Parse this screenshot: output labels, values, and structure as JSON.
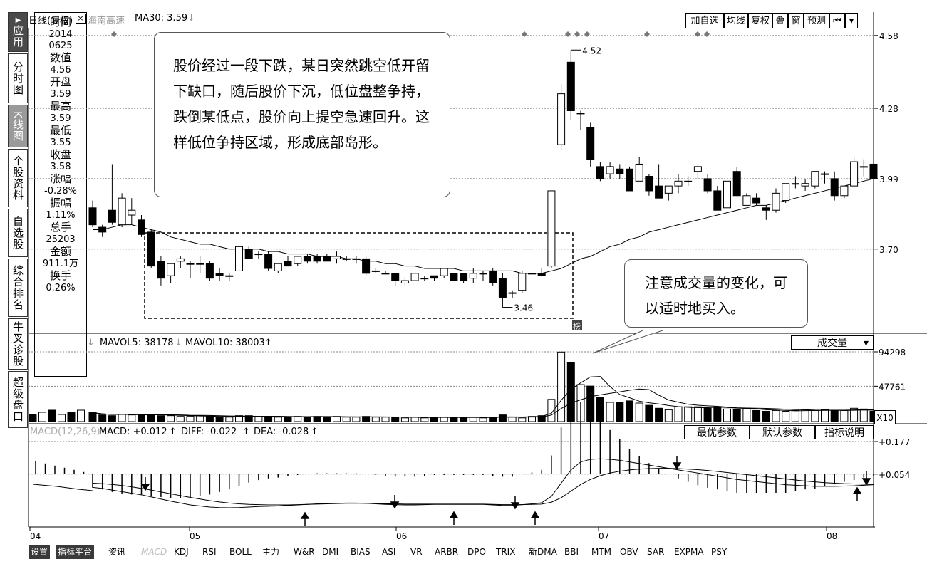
{
  "nav": [
    {
      "label": "应用"
    },
    {
      "label": "分时图"
    },
    {
      "label": "K线图"
    },
    {
      "label": "个股资料"
    },
    {
      "label": "自选股"
    },
    {
      "label": "综合排名"
    },
    {
      "label": "牛叉诊股"
    },
    {
      "label": "超级盘口"
    }
  ],
  "nav_glyph": "▶",
  "info": {
    "close": "×",
    "rows": [
      {
        "label": "时间",
        "value": "2014"
      },
      {
        "label": "",
        "value": "0625"
      },
      {
        "label": "数值",
        "value": "4.56"
      },
      {
        "label": "开盘",
        "value": "3.59"
      },
      {
        "label": "最高",
        "value": "3.59"
      },
      {
        "label": "最低",
        "value": "3.55"
      },
      {
        "label": "收盘",
        "value": "3.58"
      },
      {
        "label": "涨幅",
        "value": "-0.28%"
      },
      {
        "label": "振幅",
        "value": "1.11%"
      },
      {
        "label": "总手",
        "value": "25203"
      },
      {
        "label": "金额",
        "value": "911.1万"
      },
      {
        "label": "换手",
        "value": "0.26%"
      }
    ]
  },
  "header": {
    "period": "日线(复权)",
    "stock": "海南高速",
    "ma": "MA30: 3.59",
    "ma_arrow": "↓"
  },
  "toolbar": [
    "加自选",
    "均线",
    "复权",
    "叠",
    "窗",
    "预测",
    "⏮",
    "▾"
  ],
  "price_axis": [
    "4.58",
    "4.28",
    "3.99",
    "3.70"
  ],
  "annotations": {
    "main": "股价经过一段下跌，某日突然跳空低开留下缺口，随后股价下沉，低位盘整争持，跌倒某低点，股价向上提空急速回升。这样低位争持区域，形成底部岛形。",
    "volume": "注意成交量的变化，可以适时地买入。"
  },
  "marks": {
    "high": "4.52",
    "low": "3.46",
    "badge": "榜"
  },
  "volume": {
    "mavol5": "MAVOL5: 38178",
    "mavol5_arrow": "↓",
    "mavol10": "MAVOL10: 38003",
    "mavol10_arrow": "↑",
    "selector": "成交量",
    "selector_arrow": "▾",
    "axis": [
      "94298",
      "47761"
    ],
    "unit": "X10"
  },
  "macd": {
    "params": "MACD(12,26,9)",
    "macd": "MACD: +0.012",
    "macd_arrow": "↑",
    "diff": "DIFF: -0.022",
    "diff_arrow": "↑",
    "dea": "DEA: -0.028",
    "dea_arrow": "↑",
    "buttons": [
      "最优参数",
      "默认参数",
      "指标说明"
    ],
    "axis": [
      "+0.177",
      "+0.054"
    ]
  },
  "time_axis": [
    "04",
    "05",
    "06",
    "07",
    "08"
  ],
  "tabs": [
    "设置",
    "指标平台",
    "资讯",
    "MACD",
    "KDJ",
    "RSI",
    "BOLL",
    "主力",
    "W&R",
    "DMI",
    "BIAS",
    "ASI",
    "VR",
    "ARBR",
    "DPO",
    "TRIX",
    "新DMA",
    "BBI",
    "MTM",
    "OBV",
    "SAR",
    "EXPMA",
    "PSY"
  ],
  "colors": {
    "up": "#000000",
    "down": "#000000",
    "accent": "#555555",
    "background": "#ffffff"
  },
  "chart_data": {
    "type": "candlestick",
    "ylim": [
      3.4,
      4.6
    ],
    "candles": [
      {
        "o": 3.87,
        "h": 3.9,
        "l": 3.79,
        "c": 3.8
      },
      {
        "o": 3.79,
        "h": 3.8,
        "l": 3.75,
        "c": 3.77
      },
      {
        "o": 3.86,
        "h": 4.05,
        "l": 3.8,
        "c": 3.81
      },
      {
        "o": 3.8,
        "h": 3.93,
        "l": 3.79,
        "c": 3.91
      },
      {
        "o": 3.84,
        "h": 3.91,
        "l": 3.8,
        "c": 3.86
      },
      {
        "o": 3.82,
        "h": 3.84,
        "l": 3.75,
        "c": 3.76
      },
      {
        "o": 3.77,
        "h": 3.78,
        "l": 3.62,
        "c": 3.63
      },
      {
        "o": 3.65,
        "h": 3.67,
        "l": 3.55,
        "c": 3.58
      },
      {
        "o": 3.59,
        "h": 3.64,
        "l": 3.56,
        "c": 3.64
      },
      {
        "o": 3.65,
        "h": 3.67,
        "l": 3.62,
        "c": 3.66
      },
      {
        "o": 3.64,
        "h": 3.65,
        "l": 3.58,
        "c": 3.64
      },
      {
        "o": 3.64,
        "h": 3.67,
        "l": 3.6,
        "c": 3.64
      },
      {
        "o": 3.64,
        "h": 3.65,
        "l": 3.57,
        "c": 3.58
      },
      {
        "o": 3.6,
        "h": 3.62,
        "l": 3.57,
        "c": 3.59
      },
      {
        "o": 3.59,
        "h": 3.6,
        "l": 3.57,
        "c": 3.59
      },
      {
        "o": 3.61,
        "h": 3.71,
        "l": 3.6,
        "c": 3.71
      },
      {
        "o": 3.7,
        "h": 3.71,
        "l": 3.66,
        "c": 3.66
      },
      {
        "o": 3.68,
        "h": 3.69,
        "l": 3.66,
        "c": 3.68
      },
      {
        "o": 3.68,
        "h": 3.69,
        "l": 3.61,
        "c": 3.62
      },
      {
        "o": 3.61,
        "h": 3.64,
        "l": 3.6,
        "c": 3.64
      },
      {
        "o": 3.65,
        "h": 3.67,
        "l": 3.63,
        "c": 3.63
      },
      {
        "o": 3.64,
        "h": 3.67,
        "l": 3.63,
        "c": 3.67
      },
      {
        "o": 3.67,
        "h": 3.68,
        "l": 3.64,
        "c": 3.65
      },
      {
        "o": 3.67,
        "h": 3.68,
        "l": 3.64,
        "c": 3.65
      },
      {
        "o": 3.67,
        "h": 3.68,
        "l": 3.65,
        "c": 3.65
      },
      {
        "o": 3.66,
        "h": 3.69,
        "l": 3.64,
        "c": 3.67
      },
      {
        "o": 3.66,
        "h": 3.67,
        "l": 3.65,
        "c": 3.66
      },
      {
        "o": 3.66,
        "h": 3.67,
        "l": 3.64,
        "c": 3.66
      },
      {
        "o": 3.66,
        "h": 3.67,
        "l": 3.59,
        "c": 3.6
      },
      {
        "o": 3.61,
        "h": 3.62,
        "l": 3.6,
        "c": 3.61
      },
      {
        "o": 3.6,
        "h": 3.61,
        "l": 3.6,
        "c": 3.6
      },
      {
        "o": 3.6,
        "h": 3.6,
        "l": 3.55,
        "c": 3.57
      },
      {
        "o": 3.56,
        "h": 3.58,
        "l": 3.55,
        "c": 3.57
      },
      {
        "o": 3.57,
        "h": 3.6,
        "l": 3.57,
        "c": 3.6
      },
      {
        "o": 3.58,
        "h": 3.59,
        "l": 3.57,
        "c": 3.58
      },
      {
        "o": 3.59,
        "h": 3.59,
        "l": 3.57,
        "c": 3.58
      },
      {
        "o": 3.59,
        "h": 3.62,
        "l": 3.58,
        "c": 3.62
      },
      {
        "o": 3.6,
        "h": 3.6,
        "l": 3.57,
        "c": 3.57
      },
      {
        "o": 3.6,
        "h": 3.6,
        "l": 3.56,
        "c": 3.57
      },
      {
        "o": 3.58,
        "h": 3.62,
        "l": 3.56,
        "c": 3.6
      },
      {
        "o": 3.6,
        "h": 3.61,
        "l": 3.57,
        "c": 3.6
      },
      {
        "o": 3.61,
        "h": 3.62,
        "l": 3.55,
        "c": 3.56
      },
      {
        "o": 3.58,
        "h": 3.6,
        "l": 3.46,
        "c": 3.5
      },
      {
        "o": 3.52,
        "h": 3.53,
        "l": 3.5,
        "c": 3.52
      },
      {
        "o": 3.53,
        "h": 3.61,
        "l": 3.52,
        "c": 3.6
      },
      {
        "o": 3.6,
        "h": 3.61,
        "l": 3.58,
        "c": 3.6
      },
      {
        "o": 3.6,
        "h": 3.62,
        "l": 3.59,
        "c": 3.59
      },
      {
        "o": 3.63,
        "h": 3.94,
        "l": 3.62,
        "c": 3.94
      },
      {
        "o": 4.13,
        "h": 4.38,
        "l": 4.11,
        "c": 4.34
      },
      {
        "o": 4.47,
        "h": 4.52,
        "l": 4.23,
        "c": 4.27
      },
      {
        "o": 4.26,
        "h": 4.27,
        "l": 4.19,
        "c": 4.26
      },
      {
        "o": 4.2,
        "h": 4.22,
        "l": 4.04,
        "c": 4.07
      },
      {
        "o": 4.04,
        "h": 4.06,
        "l": 3.98,
        "c": 3.99
      },
      {
        "o": 4.01,
        "h": 4.06,
        "l": 3.99,
        "c": 4.04
      },
      {
        "o": 4.03,
        "h": 4.05,
        "l": 3.99,
        "c": 4.01
      },
      {
        "o": 4.03,
        "h": 4.04,
        "l": 3.97,
        "c": 3.94
      },
      {
        "o": 3.98,
        "h": 4.08,
        "l": 3.98,
        "c": 4.05
      },
      {
        "o": 4.0,
        "h": 4.01,
        "l": 3.92,
        "c": 3.94
      },
      {
        "o": 3.96,
        "h": 4.05,
        "l": 3.92,
        "c": 3.91
      },
      {
        "o": 3.93,
        "h": 3.96,
        "l": 3.9,
        "c": 3.96
      },
      {
        "o": 3.96,
        "h": 4.01,
        "l": 3.93,
        "c": 3.98
      },
      {
        "o": 3.98,
        "h": 4.0,
        "l": 3.96,
        "c": 3.98
      },
      {
        "o": 4.02,
        "h": 4.05,
        "l": 3.99,
        "c": 4.04
      },
      {
        "o": 3.99,
        "h": 4.01,
        "l": 3.93,
        "c": 3.94
      },
      {
        "o": 3.94,
        "h": 3.96,
        "l": 3.86,
        "c": 3.86
      },
      {
        "o": 3.87,
        "h": 3.99,
        "l": 3.87,
        "c": 3.98
      },
      {
        "o": 4.02,
        "h": 4.04,
        "l": 3.92,
        "c": 3.92
      },
      {
        "o": 3.88,
        "h": 3.93,
        "l": 3.88,
        "c": 3.92
      },
      {
        "o": 3.91,
        "h": 3.93,
        "l": 3.88,
        "c": 3.89
      },
      {
        "o": 3.87,
        "h": 3.88,
        "l": 3.82,
        "c": 3.86
      },
      {
        "o": 3.86,
        "h": 3.95,
        "l": 3.85,
        "c": 3.93
      },
      {
        "o": 3.9,
        "h": 3.97,
        "l": 3.89,
        "c": 3.97
      },
      {
        "o": 3.97,
        "h": 4.0,
        "l": 3.95,
        "c": 3.97
      },
      {
        "o": 3.96,
        "h": 3.99,
        "l": 3.94,
        "c": 3.97
      },
      {
        "o": 3.96,
        "h": 4.02,
        "l": 3.95,
        "c": 4.02
      },
      {
        "o": 4.01,
        "h": 4.02,
        "l": 3.97,
        "c": 4.01
      },
      {
        "o": 3.99,
        "h": 4.02,
        "l": 3.9,
        "c": 3.92
      },
      {
        "o": 3.92,
        "h": 3.96,
        "l": 3.91,
        "c": 3.96
      },
      {
        "o": 3.96,
        "h": 4.08,
        "l": 3.96,
        "c": 4.06
      },
      {
        "o": 4.04,
        "h": 4.07,
        "l": 4.0,
        "c": 4.04
      },
      {
        "o": 4.05,
        "h": 4.06,
        "l": 3.98,
        "c": 3.99
      }
    ],
    "ma30": [
      3.78,
      3.78,
      3.79,
      3.8,
      3.8,
      3.79,
      3.78,
      3.77,
      3.75,
      3.74,
      3.73,
      3.72,
      3.72,
      3.71,
      3.7,
      3.7,
      3.7,
      3.7,
      3.69,
      3.69,
      3.68,
      3.68,
      3.68,
      3.67,
      3.67,
      3.67,
      3.66,
      3.66,
      3.65,
      3.65,
      3.64,
      3.64,
      3.63,
      3.63,
      3.62,
      3.62,
      3.62,
      3.62,
      3.61,
      3.61,
      3.61,
      3.61,
      3.61,
      3.61,
      3.6,
      3.6,
      3.6,
      3.61,
      3.62,
      3.64,
      3.66,
      3.67,
      3.69,
      3.71,
      3.72,
      3.74,
      3.75,
      3.77,
      3.78,
      3.79,
      3.8,
      3.81,
      3.82,
      3.83,
      3.84,
      3.85,
      3.86,
      3.87,
      3.88,
      3.88,
      3.89,
      3.9,
      3.91,
      3.92,
      3.93,
      3.94,
      3.95,
      3.96,
      3.97,
      3.98,
      3.99
    ],
    "volume": {
      "ylim": [
        0,
        94298
      ],
      "values": [
        12,
        9,
        8,
        10,
        9,
        9,
        10,
        8,
        8,
        7,
        7,
        8,
        7,
        6,
        6,
        8,
        8,
        7,
        7,
        6,
        6,
        7,
        6,
        7,
        6,
        7,
        6,
        6,
        7,
        6,
        6,
        6,
        5,
        6,
        5,
        6,
        6,
        5,
        6,
        6,
        5,
        6,
        9,
        6,
        5,
        7,
        8,
        30,
        94,
        80,
        50,
        48,
        33,
        26,
        26,
        28,
        25,
        22,
        18,
        16,
        20,
        20,
        20,
        18,
        20,
        17,
        16,
        18,
        15,
        14,
        15,
        14,
        15,
        16,
        15,
        16,
        15,
        15,
        18,
        17,
        14
      ]
    },
    "macd": {
      "ylim": [
        -0.14,
        0.177
      ],
      "diff": [
        0.004,
        0.0,
        -0.006,
        -0.012,
        -0.018,
        -0.024,
        -0.032,
        -0.04,
        -0.048,
        -0.055,
        -0.062,
        -0.066,
        -0.07,
        -0.072,
        -0.073,
        -0.072,
        -0.07,
        -0.068,
        -0.067,
        -0.066,
        -0.064,
        -0.062,
        -0.06,
        -0.058,
        -0.057,
        -0.056,
        -0.055,
        -0.055,
        -0.056,
        -0.058,
        -0.06,
        -0.061,
        -0.062,
        -0.062,
        -0.061,
        -0.06,
        -0.06,
        -0.06,
        -0.06,
        -0.06,
        -0.06,
        -0.062,
        -0.064,
        -0.064,
        -0.061,
        -0.058,
        -0.054,
        -0.03,
        0.02,
        0.07,
        0.1,
        0.11,
        0.112,
        0.11,
        0.106,
        0.1,
        0.094,
        0.088,
        0.082,
        0.076,
        0.07,
        0.064,
        0.058,
        0.052,
        0.046,
        0.04,
        0.034,
        0.03,
        0.026,
        0.022,
        0.018,
        0.014,
        0.012,
        0.01,
        0.008,
        0.008,
        0.008,
        0.009,
        0.01,
        0.012,
        0.014
      ],
      "dea": [
        0.02,
        0.018,
        0.015,
        0.011,
        0.006,
        0.0,
        -0.006,
        -0.013,
        -0.02,
        -0.027,
        -0.034,
        -0.04,
        -0.046,
        -0.051,
        -0.055,
        -0.058,
        -0.06,
        -0.061,
        -0.062,
        -0.062,
        -0.062,
        -0.061,
        -0.06,
        -0.059,
        -0.058,
        -0.057,
        -0.056,
        -0.056,
        -0.056,
        -0.057,
        -0.058,
        -0.058,
        -0.059,
        -0.059,
        -0.059,
        -0.059,
        -0.059,
        -0.059,
        -0.059,
        -0.059,
        -0.059,
        -0.06,
        -0.061,
        -0.061,
        -0.061,
        -0.06,
        -0.059,
        -0.052,
        -0.035,
        -0.01,
        0.015,
        0.034,
        0.048,
        0.058,
        0.065,
        0.07,
        0.073,
        0.075,
        0.076,
        0.076,
        0.075,
        0.073,
        0.071,
        0.068,
        0.064,
        0.06,
        0.056,
        0.052,
        0.048,
        0.044,
        0.04,
        0.036,
        0.032,
        0.028,
        0.025,
        0.022,
        0.02,
        0.018,
        0.017,
        0.016,
        0.016
      ]
    }
  }
}
